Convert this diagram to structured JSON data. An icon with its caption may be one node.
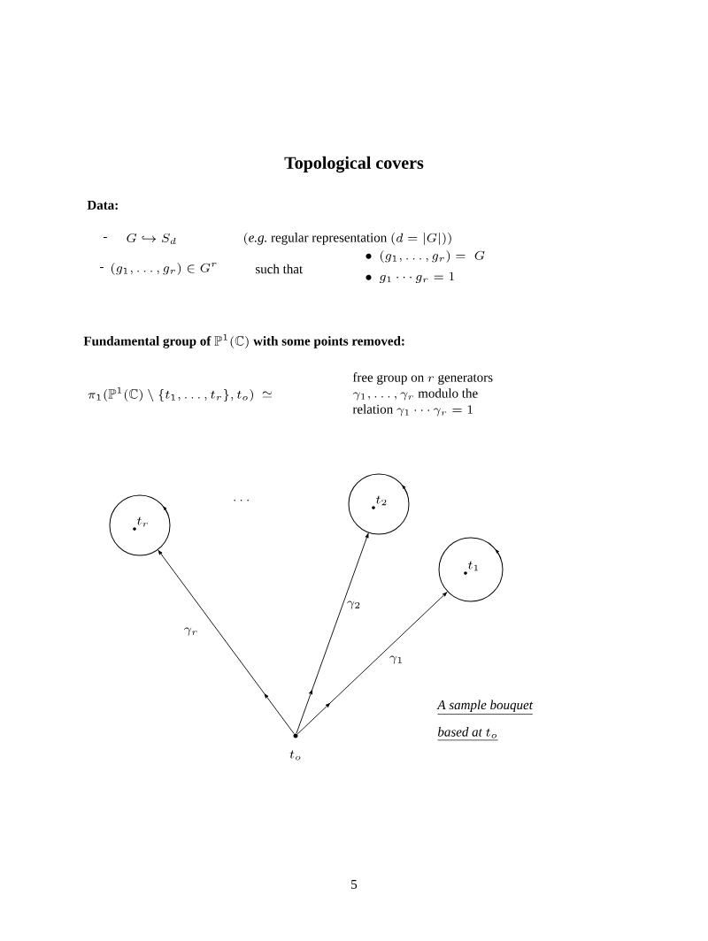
{
  "diagram": {
    "title": "Topological covers",
    "nodes": [
      {
        "text": [
          "t_r"
        ]
      },
      {
        "text": [
          "t_2"
        ]
      },
      {
        "text": [
          "t_1"
        ]
      },
      {
        "text": [],
        "shape": "circle",
        "beside": [
          "t_o"
        ]
      }
    ],
    "edges": [
      {
        "from": 3,
        "to": 0,
        "arrow": "to",
        "label": "\\gamma_r"
      },
      {
        "from": 3,
        "to": 1,
        "arrow": "to",
        "label": "\\gamma_2"
      },
      {
        "from": 3,
        "to": 2,
        "arrow": "to",
        "label": "\\gamma_1"
      }
    ],
    "labels": [
      "Data:",
      "-",
      "G \\hookrightarrow S_d",
      "(\\mbox{\\itshape e.g.}\\ \\mbox{regular representation }(d=|G|))",
      "-",
      "(g_1,\\ldots,g_r)\\in G^r",
      "such that",
      "\\bullet",
      "(g_1,\\ldots,g_r) = \\; G",
      "\\bullet",
      "g_1\\cdots g_r = 1",
      "\\mbox{\\bfseries Fundamental group of }\\mathbb{P}^1(\\mathbb{C})\\mbox{\\bfseries\\ with some points removed:}",
      "\\pi_1(\\mathbb{P}^1(\\mathbb{C})\\setminus\\{t_1,\\ldots,t_r\\},t_o)",
      "\\simeq",
      "\\begin{array}{l}\\mbox{free group on } r \\mbox{ generators}\\\\ \\gamma_1,\\ldots,\\gamma_r\\mbox{ modulo the}\\\\ \\mbox{relation }\\gamma_1\\cdots\\gamma_r=1\\end{array}",
      "\\cdots",
      "A sample bouquet",
      "\\mbox{based at }t_o",
      "5"
    ]
  }
}
